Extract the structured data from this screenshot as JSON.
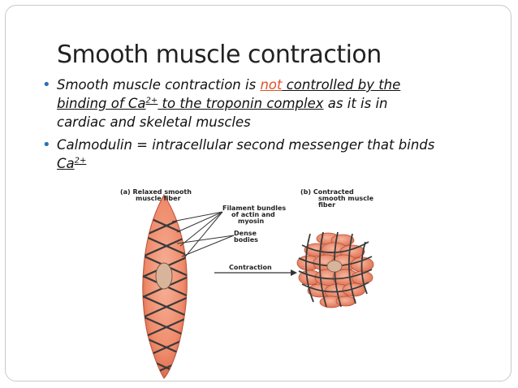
{
  "slide": {
    "title": "Smooth muscle contraction",
    "bullet1": {
      "part1": "Smooth muscle contraction is ",
      "not": "not",
      "part2": " controlled by the",
      "underlined_line2": "binding of Ca",
      "sup1": "2+",
      "underlined_line2b": " to the troponin complex",
      "part3": " as it is in",
      "line3": "cardiac and skeletal muscles"
    },
    "bullet2": {
      "text": "Calmodulin = intracellular second messenger that binds",
      "ca": "Ca",
      "sup": "2+"
    }
  },
  "figure": {
    "label_a_1": "(a)  Relaxed smooth",
    "label_a_2": "muscle fiber",
    "label_b_1": "(b)  Contracted",
    "label_b_2": "smooth muscle",
    "label_b_3": "fiber",
    "filament_1": "Filament bundles",
    "filament_2": "of actin and",
    "filament_3": "myosin",
    "dense_1": "Dense",
    "dense_2": "bodies",
    "contraction": "Contraction",
    "colors": {
      "fiber": "#ef8a6a",
      "fiber_dark": "#d9654a",
      "lattice": "#3a3a3a",
      "nucleus": "#c9a48a"
    }
  }
}
